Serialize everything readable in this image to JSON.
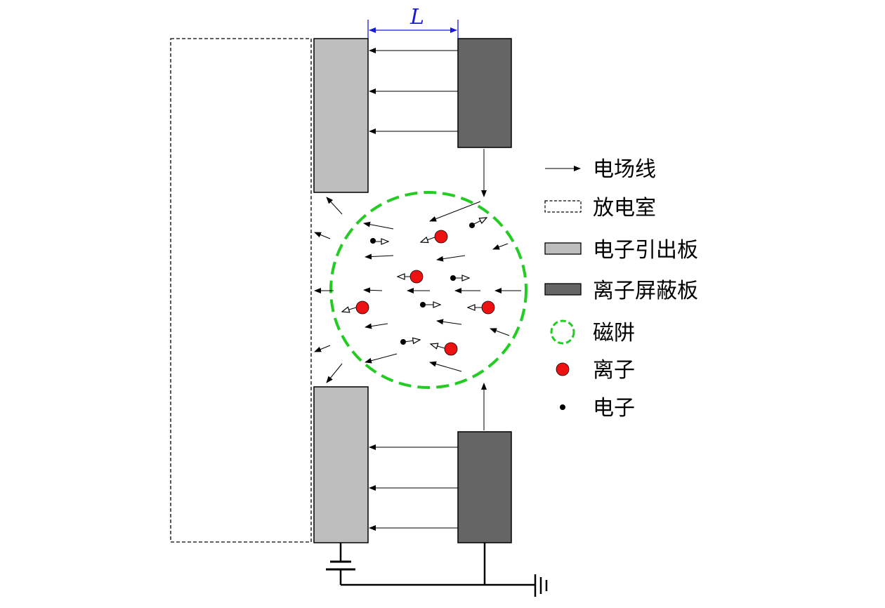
{
  "dimension_label": "L",
  "legend": {
    "field_line": "电场线",
    "discharge_chamber": "放电室",
    "electron_extraction_plate": "电子引出板",
    "ion_shield_plate": "离子屏蔽板",
    "magnetic_cusp": "磁阱",
    "ion": "离子",
    "electron": "电子"
  },
  "colors": {
    "extraction_plate": "#bdbdbd",
    "shield_plate": "#656565",
    "magnet_ring": "#22cc22",
    "ion": "#ee1111",
    "electron": "#000000",
    "dimension": "#1a1ad6"
  }
}
